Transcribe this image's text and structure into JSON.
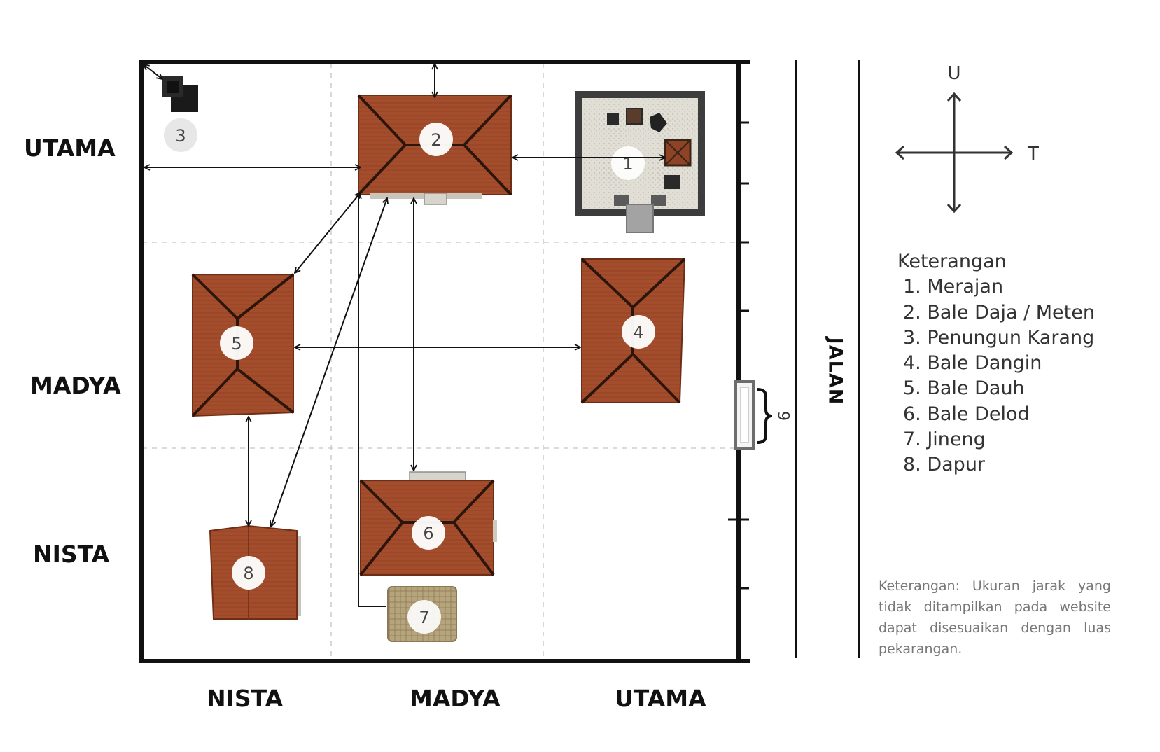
{
  "zones": {
    "rows": [
      "UTAMA",
      "MADYA",
      "NISTA"
    ],
    "columns": [
      "NISTA",
      "MADYA",
      "UTAMA"
    ]
  },
  "road_label": "JALAN",
  "gate_number": "9",
  "compass": {
    "north": "U",
    "east": "T"
  },
  "buildings": [
    {
      "number": "1",
      "name": "Merajan"
    },
    {
      "number": "2",
      "name": "Bale Daja / Meten"
    },
    {
      "number": "3",
      "name": "Penungun Karang"
    },
    {
      "number": "4",
      "name": "Bale Dangin"
    },
    {
      "number": "5",
      "name": "Bale Dauh"
    },
    {
      "number": "6",
      "name": "Bale Delod"
    },
    {
      "number": "7",
      "name": "Jineng"
    },
    {
      "number": "8",
      "name": "Dapur"
    }
  ],
  "legend": {
    "title": "Keterangan",
    "items": [
      "1. Merajan",
      "2. Bale Daja / Meten",
      "3. Penungun Karang",
      "4. Bale Dangin",
      "5. Bale Dauh",
      "6. Bale Delod",
      "7. Jineng",
      "8. Dapur"
    ]
  },
  "note": "Keterangan: Ukuran jarak yang tidak ditampilkan pada website dapat disesuaikan dengan luas pekarangan.",
  "colors": {
    "roof": "#a34d2c",
    "roof_dark": "#7b341b",
    "wall_gray": "#555555",
    "courtyard": "#dedbd3",
    "thatch": "#b6a47f"
  }
}
